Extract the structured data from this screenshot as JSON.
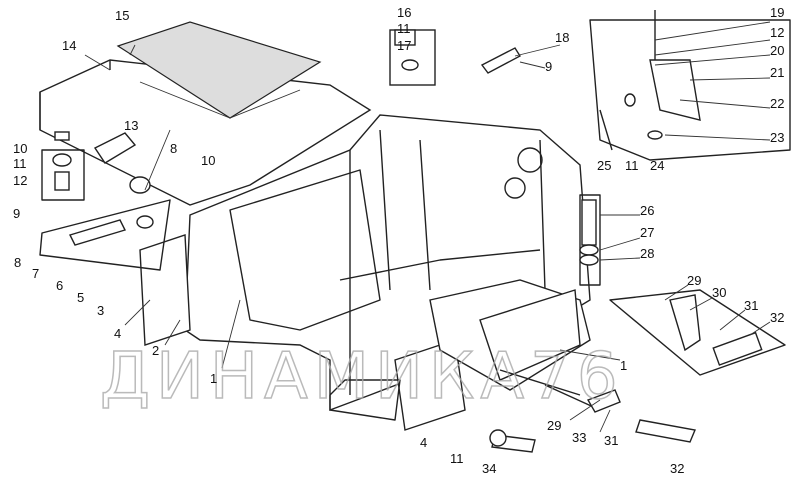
{
  "diagram": {
    "watermark": "ДИНАМИКА76",
    "callouts": [
      "15",
      "14",
      "16",
      "11",
      "17",
      "18",
      "9",
      "19",
      "12",
      "20",
      "21",
      "22",
      "23",
      "25",
      "11",
      "24",
      "13",
      "8",
      "10",
      "10",
      "11",
      "12",
      "9",
      "26",
      "27",
      "28",
      "8",
      "7",
      "6",
      "5",
      "3",
      "4",
      "2",
      "1",
      "29",
      "30",
      "31",
      "32",
      "1",
      "29",
      "33",
      "31",
      "32",
      "4",
      "11",
      "34"
    ]
  }
}
